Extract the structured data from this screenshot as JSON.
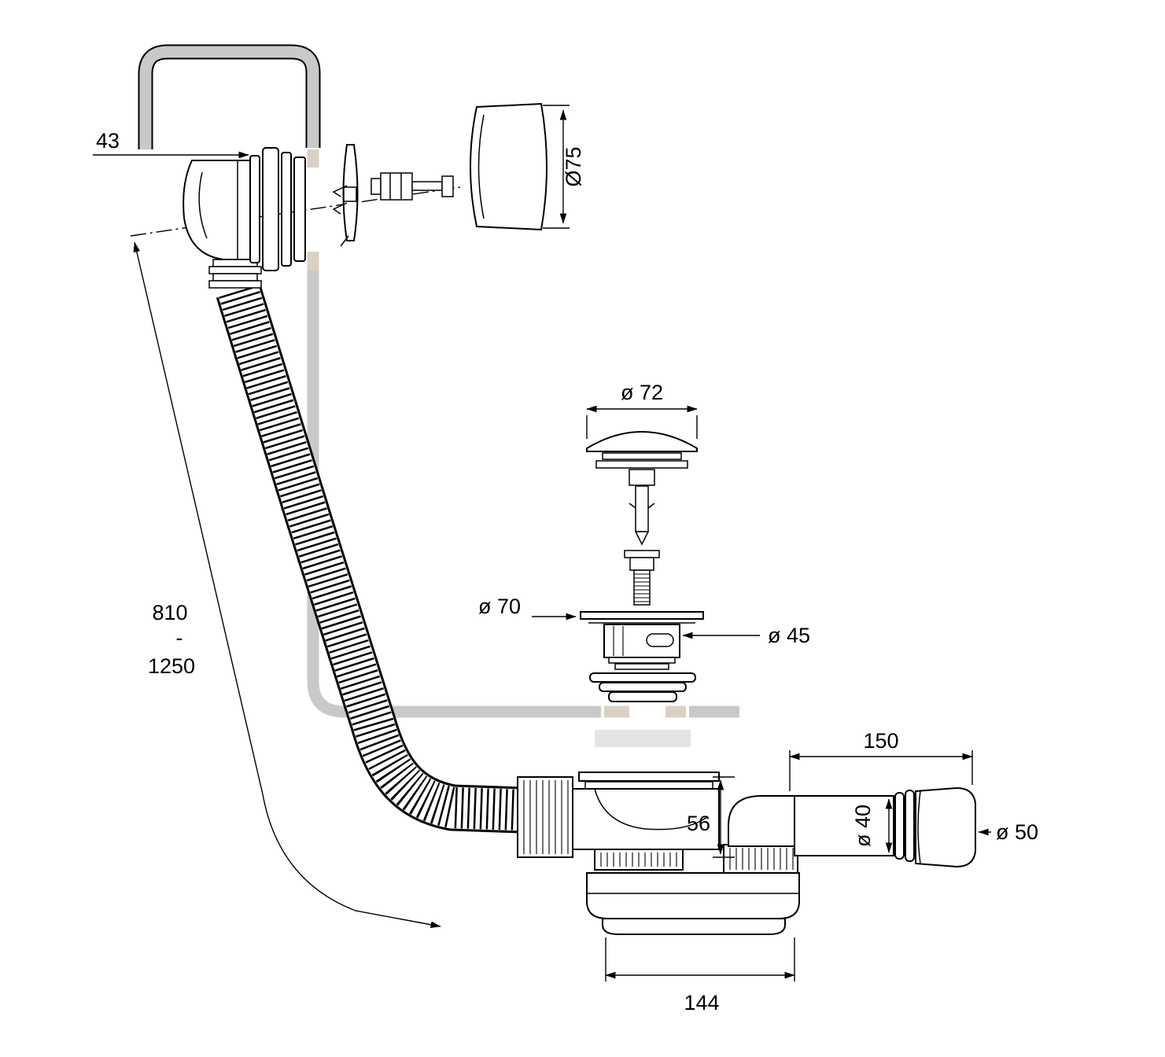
{
  "dims": {
    "d43": "43",
    "d75": "Ø75",
    "d72": "ø 72",
    "d70": "ø 70",
    "d45": "ø 45",
    "d810": "810",
    "dsep": "-",
    "d1250": "1250",
    "d56": "56",
    "d150": "150",
    "d40": "ø 40",
    "d50": "ø 50",
    "d144": "144"
  },
  "colors": {
    "line": "#000000",
    "tub_wall": "#c9c9c9",
    "tub_cut_section": "#d9d2c4",
    "washer": "#e4e4e4",
    "background": "#ffffff"
  }
}
